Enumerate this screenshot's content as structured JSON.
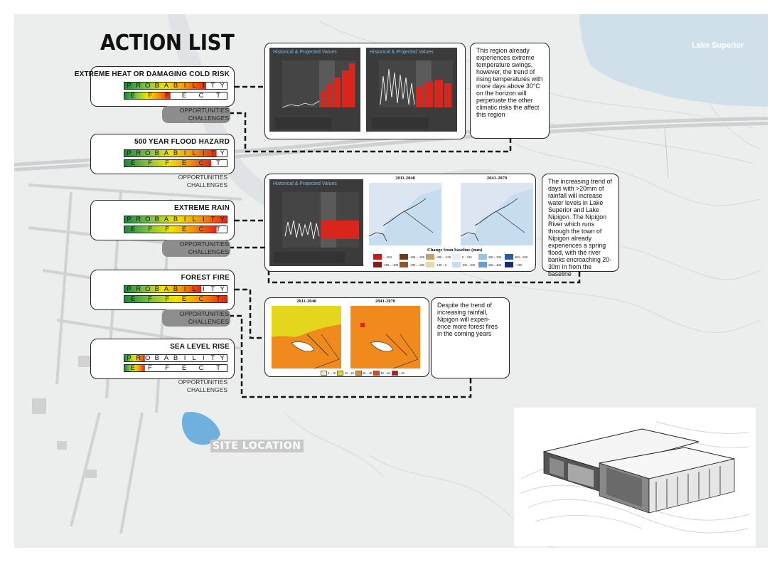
{
  "header": {
    "title": "ACTION LIST"
  },
  "map": {
    "lake_label": "Lake Superior",
    "site_label": "SITE LOCATION"
  },
  "scale_words": {
    "probability": [
      "P",
      "R",
      "O",
      "B",
      "A",
      "B",
      "I",
      "L",
      "I",
      "T",
      "Y"
    ],
    "effect": [
      "E",
      "F",
      "F",
      "E",
      "C",
      "T"
    ]
  },
  "risks": [
    {
      "title": "EXTREME HEAT OR DAMAGING COLD RISK",
      "prob_level": 0.8,
      "effect_level": 0.45,
      "opportunities": "OPPORTUNITIES",
      "challenges": "CHALLENGES",
      "highlighted": true
    },
    {
      "title": "500 YEAR FLOOD HAZARD",
      "prob_level": 0.9,
      "effect_level": 0.85,
      "opportunities": "OPPORTUNITIES",
      "challenges": "CHALLENGES",
      "highlighted": false
    },
    {
      "title": "EXTREME RAIN",
      "prob_level": 1.0,
      "effect_level": 0.9,
      "opportunities": "OPPORTUNITIES",
      "challenges": "CHALLENGES",
      "highlighted": true
    },
    {
      "title": "FOREST FIRE",
      "prob_level": 0.75,
      "effect_level": 1.0,
      "opportunities": "OPPORTUNITIES",
      "challenges": "CHALLENGES",
      "highlighted": true
    },
    {
      "title": "SEA LEVEL RISE",
      "prob_level": 0.2,
      "effect_level": 0.2,
      "opportunities": "OPPORTUNITIES",
      "challenges": "CHALLENGES",
      "highlighted": false
    }
  ],
  "panels": {
    "heat": {
      "chart_title": "Historical & Projected Values",
      "text": "This region already experiences extreme temperature swings, however, the trend of rising temperatures with more days above 30°C on the horizon will perpetuate the other climatic risks the affect this region"
    },
    "rain": {
      "chart_title": "Historical & Projected Values",
      "map_titles": [
        "2011-2040",
        "2041-2070"
      ],
      "legend_title": "Change from baseline (mm)",
      "legend_items": [
        "< -500",
        "-500 – -400",
        "-400 – -300",
        "-300 – -200",
        "-200 – -100",
        "-100 – 0",
        "0 – 100",
        "100 – 200",
        "200 – 300",
        "300 – 400",
        "400 – 500",
        "> 500"
      ],
      "text": "The increasing trend of days with >20mm of rainfall will increase water levels in Lake Superior and Lake Nipigon. The Nipigon River which runs through the town of Nipigon already experiences a spring flood, with the river banks encroaching 20-30m in from the baseline"
    },
    "fire": {
      "map_titles": [
        "2011-2040",
        "2041-2070"
      ],
      "legend_items": [
        "0 – 10",
        "10 – 20",
        "20 – 40",
        "40 – 60",
        "> 60"
      ],
      "text": "Despite the trend of increasing rainfall, Nipigon will experi- ence more forest fires in the coming years"
    }
  },
  "colors": {
    "gradient": [
      "#1a8a3a",
      "#7ac143",
      "#f2e500",
      "#f39200",
      "#e2231a"
    ],
    "chart_bg": "#3b3b3b",
    "chart_red": "#d9261c",
    "fire_yellow": "#e3d61c",
    "fire_orange": "#f08a1c",
    "water_blue": "#c6dcef"
  }
}
